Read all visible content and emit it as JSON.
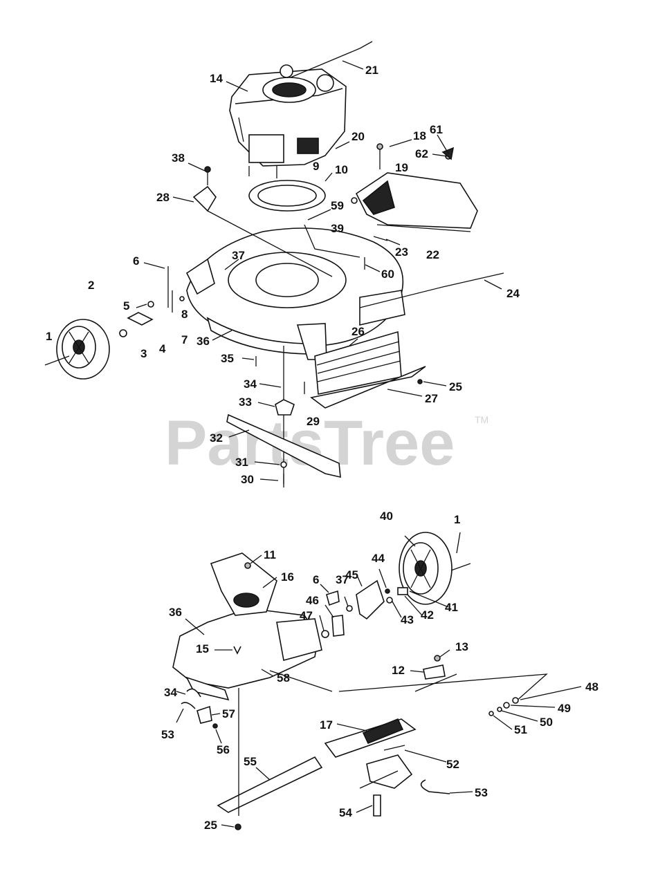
{
  "watermark": {
    "text": "PartsTree",
    "trademark": "TM"
  },
  "callouts": {
    "c21": "21",
    "c14": "14",
    "c20": "20",
    "c9": "9",
    "c18": "18",
    "c61": "61",
    "c62": "62",
    "c19": "19",
    "c38": "38",
    "c10": "10",
    "c28": "28",
    "c59": "59",
    "c39": "39",
    "c23": "23",
    "c22": "22",
    "c6": "6",
    "c37": "37",
    "c60": "60",
    "c24": "24",
    "c2": "2",
    "c5": "5",
    "c8": "8",
    "c1": "1",
    "c3": "3",
    "c4": "4",
    "c7": "7",
    "c36": "36",
    "c26": "26",
    "c35": "35",
    "c34": "34",
    "c25": "25",
    "c33": "33",
    "c27": "27",
    "c29": "29",
    "c32": "32",
    "c31": "31",
    "c30": "30",
    "d40": "40",
    "d1": "1",
    "d11": "11",
    "d45": "45",
    "d44": "44",
    "d16": "16",
    "d6": "6",
    "d37": "37",
    "d46": "46",
    "d43": "43",
    "d42": "42",
    "d41": "41",
    "d36": "36",
    "d47": "47",
    "d13": "13",
    "d15": "15",
    "d12": "12",
    "d58": "58",
    "d48": "48",
    "d34": "34",
    "d57": "57",
    "d49": "49",
    "d50": "50",
    "d53a": "53",
    "d51": "51",
    "d17": "17",
    "d56": "56",
    "d55": "55",
    "d52": "52",
    "d53b": "53",
    "d54": "54",
    "d25": "25"
  }
}
